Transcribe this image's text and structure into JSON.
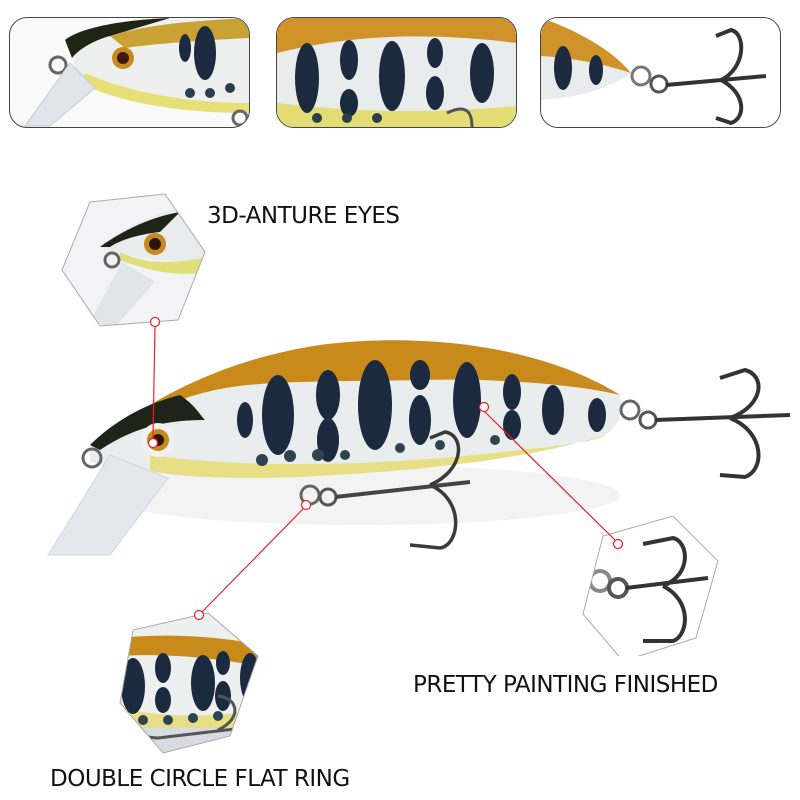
{
  "thumbnails": [
    {
      "name": "head-closeup",
      "subject": "lure head with eye, diving lip and line tie"
    },
    {
      "name": "body-closeup",
      "subject": "lure body with painted dark spots"
    },
    {
      "name": "tail-closeup",
      "subject": "lure tail with split ring and treble hook"
    }
  ],
  "features": [
    {
      "label": "3D-ANTURE EYES",
      "detail": "eye close-up"
    },
    {
      "label": "PRETTY PAINTING FINISHED",
      "detail": "treble hook close-up"
    },
    {
      "label": "DOUBLE CIRCLE FLAT RING",
      "detail": "belly and ring close-up"
    }
  ],
  "colors": {
    "callout_line": "#e8202a",
    "back": "#c98a1c",
    "belly": "#e9e4a6",
    "spots": "#1c2a3f",
    "hook": "#3a3a3a",
    "hex_border": "#999999"
  }
}
